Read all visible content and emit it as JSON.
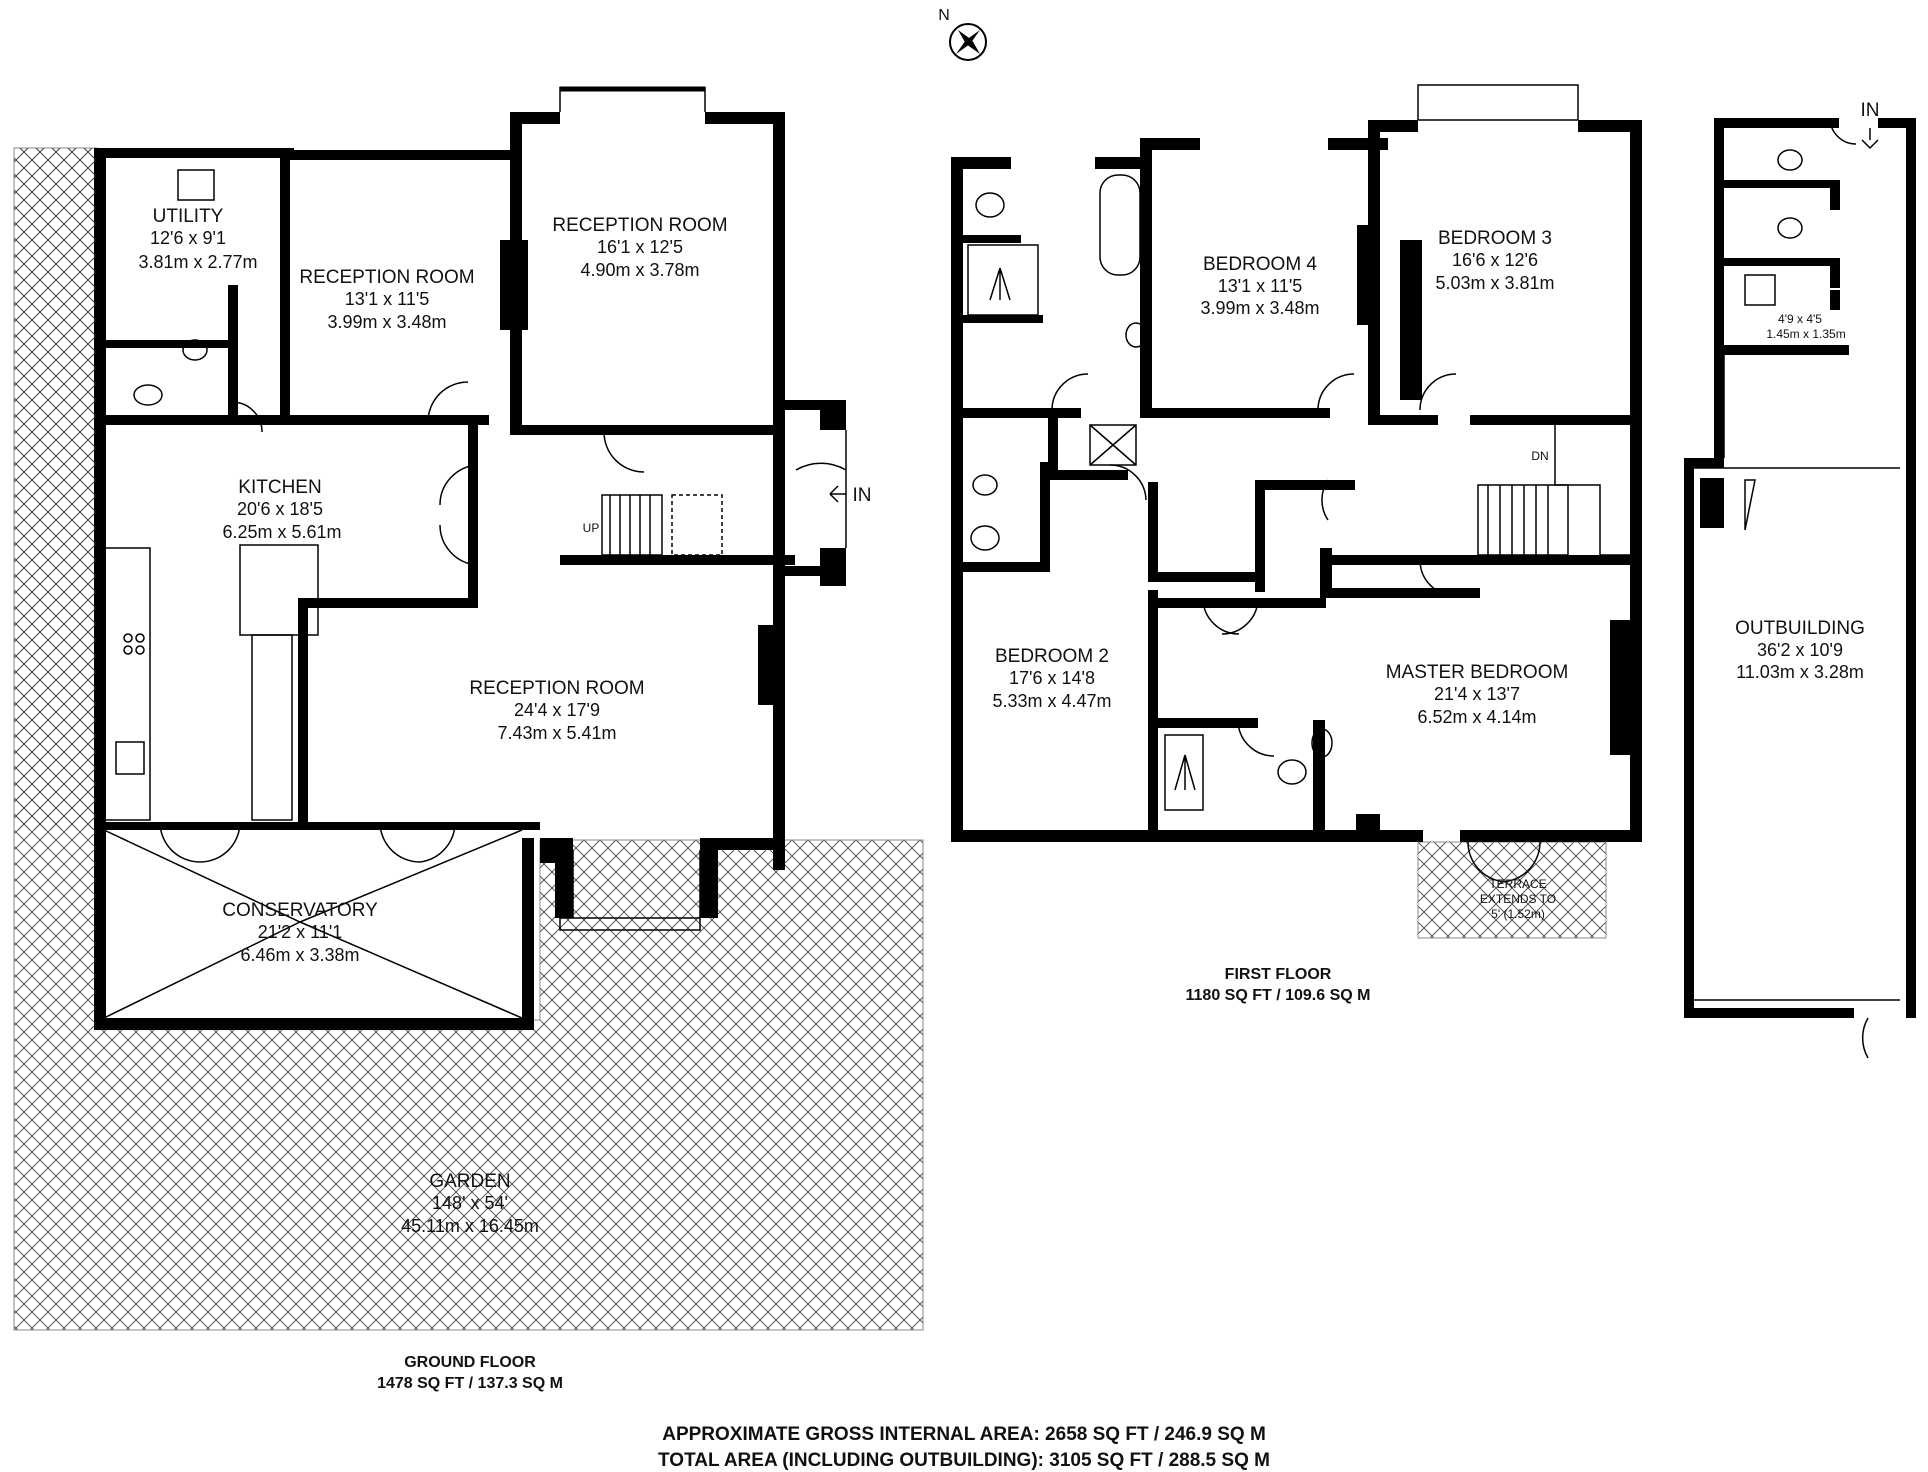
{
  "compass": {
    "label": "N"
  },
  "ground_floor": {
    "title": "GROUND FLOOR",
    "area": "1478 SQ FT / 137.3 SQ M",
    "rooms": [
      {
        "name": "UTILITY",
        "imperial": "12'6 x 9'1",
        "metric": "3.81m x 2.77m"
      },
      {
        "name": "RECEPTION ROOM",
        "imperial": "13'1 x 11'5",
        "metric": "3.99m x 3.48m"
      },
      {
        "name": "RECEPTION ROOM",
        "imperial": "16'1 x 12'5",
        "metric": "4.90m x 3.78m"
      },
      {
        "name": "KITCHEN",
        "imperial": "20'6 x 18'5",
        "metric": "6.25m x 5.61m"
      },
      {
        "name": "RECEPTION ROOM",
        "imperial": "24'4 x 17'9",
        "metric": "7.43m x 5.41m"
      },
      {
        "name": "CONSERVATORY",
        "imperial": "21'2 x 11'1",
        "metric": "6.46m x 3.38m"
      },
      {
        "name": "GARDEN",
        "imperial": "148' x 54'",
        "metric": "45.11m x 16.45m"
      }
    ],
    "stairs_label": "UP",
    "entrance_label": "IN"
  },
  "first_floor": {
    "title": "FIRST FLOOR",
    "area": "1180 SQ FT / 109.6 SQ M",
    "rooms": [
      {
        "name": "BEDROOM 4",
        "imperial": "13'1 x 11'5",
        "metric": "3.99m x 3.48m"
      },
      {
        "name": "BEDROOM 3",
        "imperial": "16'6 x 12'6",
        "metric": "5.03m x 3.81m"
      },
      {
        "name": "BEDROOM 2",
        "imperial": "17'6 x 14'8",
        "metric": "5.33m x 4.47m"
      },
      {
        "name": "MASTER BEDROOM",
        "imperial": "21'4 x 13'7",
        "metric": "6.52m x 4.14m"
      }
    ],
    "stairs_label": "DN",
    "terrace_note": [
      "TERRACE",
      "EXTENDS TO",
      "5' (1.52m)"
    ]
  },
  "outbuilding": {
    "name": "OUTBUILDING",
    "imperial": "36'2 x 10'9",
    "metric": "11.03m x 3.28m",
    "wc_imperial": "4'9 x 4'5",
    "wc_metric": "1.45m x 1.35m",
    "entrance_label": "IN"
  },
  "totals": {
    "gross_internal": "APPROXIMATE GROSS INTERNAL AREA: 2658 SQ FT / 246.9 SQ M",
    "total_area": "TOTAL AREA (INCLUDING OUTBUILDING): 3105 SQ FT / 288.5 SQ M"
  }
}
